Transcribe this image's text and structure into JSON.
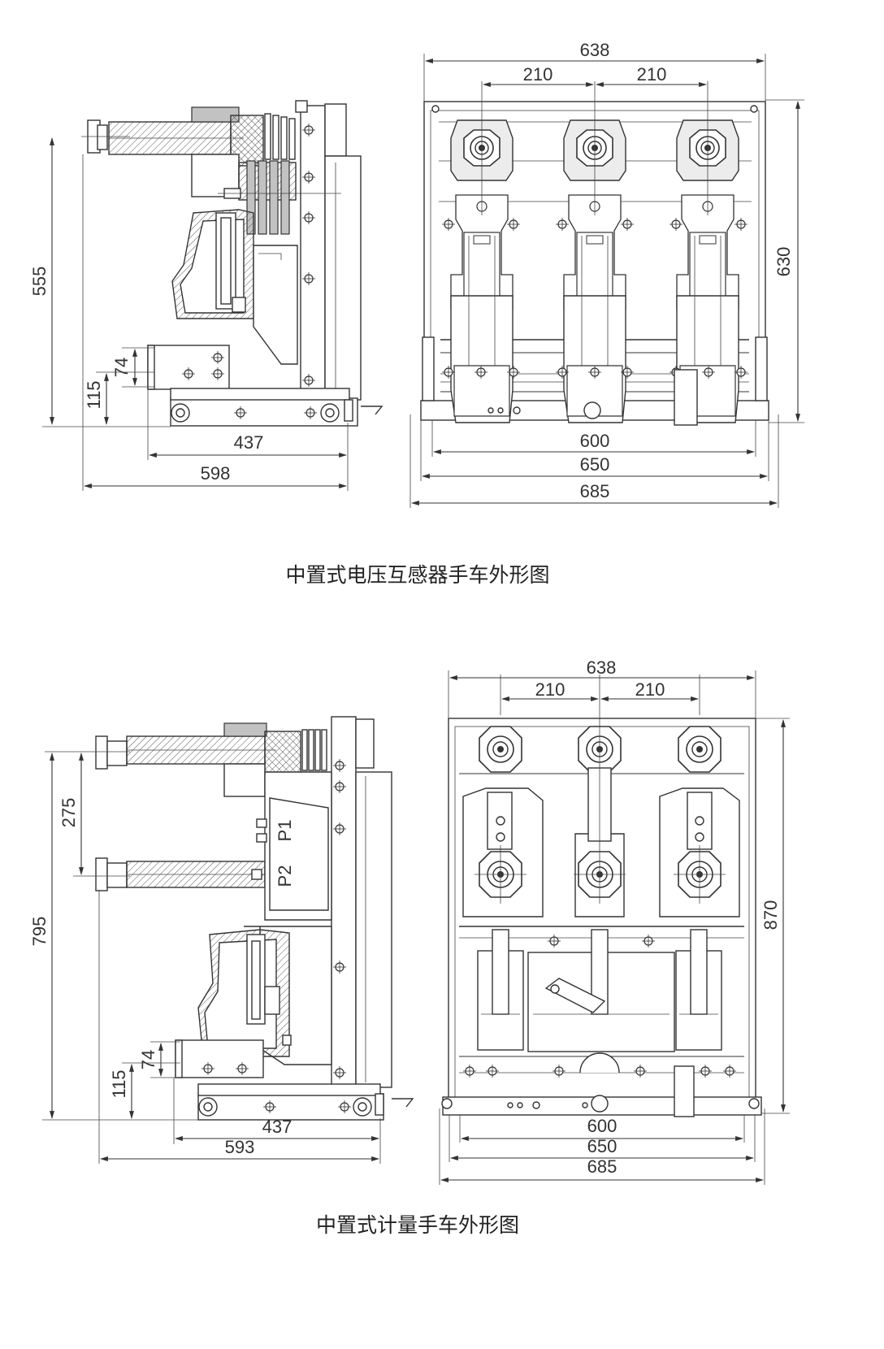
{
  "drawing_1": {
    "caption": "中置式电压互感器手车外形图",
    "side_view": {
      "dims": {
        "height_total": "555",
        "height_mid": "74",
        "height_low": "115",
        "width_inner": "437",
        "width_total": "598"
      }
    },
    "front_view": {
      "dims": {
        "width_top": "638",
        "pitch_left": "210",
        "pitch_right": "210",
        "height": "630",
        "width_600": "600",
        "width_650": "650",
        "width_685": "685"
      }
    }
  },
  "drawing_2": {
    "caption": "中置式计量手车外形图",
    "side_view": {
      "dims": {
        "height_total": "795",
        "height_upper": "275",
        "height_mid": "74",
        "height_low": "115",
        "width_inner": "437",
        "width_total": "593"
      },
      "labels": {
        "p1": "P1",
        "p2": "P2"
      }
    },
    "front_view": {
      "dims": {
        "width_top": "638",
        "pitch_left": "210",
        "pitch_right": "210",
        "height": "870",
        "width_600": "600",
        "width_650": "650",
        "width_685": "685"
      }
    }
  }
}
